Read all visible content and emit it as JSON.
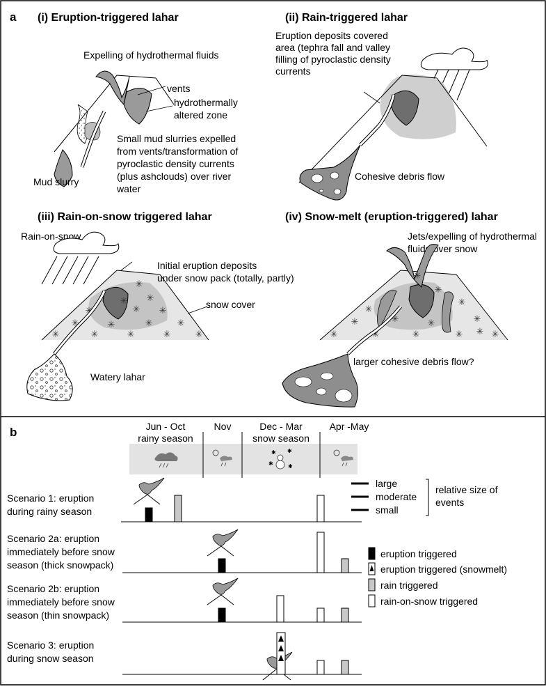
{
  "panel_a": {
    "label": "a",
    "sub1": {
      "title": "(i) Eruption-triggered lahar",
      "top_note": "Expelling of hydrothermal fluids",
      "vents": "vents",
      "altered_1": "hydrothermally",
      "altered_2": "altered zone",
      "slurry_desc": [
        "Small mud slurries expelled",
        "from vents/transformation of",
        "pyroclastic density currents",
        "(plus ashclouds) over river",
        "water"
      ],
      "mud_slurry": "Mud slurry"
    },
    "sub2": {
      "title": "(ii) Rain-triggered lahar",
      "deposits": [
        "Eruption deposits covered",
        "area (tephra fall and valley",
        "filling of pyroclastic density",
        "currents"
      ],
      "debris": "Cohesive debris flow"
    },
    "sub3": {
      "title": "(iii) Rain-on-snow triggered lahar",
      "rain": "Rain-on-snow",
      "initial": [
        "Initial eruption deposits",
        "under snow pack (totally, partly)"
      ],
      "snow": "snow cover",
      "watery": "Watery lahar"
    },
    "sub4": {
      "title": "(iv) Snow-melt (eruption-triggered) lahar",
      "jets": [
        "Jets/expelling of hydrothermal",
        "fluids over snow"
      ],
      "larger": "larger cohesive debris flow?"
    }
  },
  "panel_b": {
    "label": "b",
    "seasons": [
      {
        "line1": "Jun - Oct",
        "line2": "rainy season"
      },
      {
        "line1": "Nov",
        "line2": ""
      },
      {
        "line1": "Dec - Mar",
        "line2": "snow season"
      },
      {
        "line1": "Apr -May",
        "line2": ""
      }
    ],
    "scenarios": [
      {
        "lines": [
          "Scenario 1: eruption",
          "during rainy season"
        ]
      },
      {
        "lines": [
          "Scenario 2a: eruption",
          "immediately before snow",
          "season (thick snowpack)"
        ]
      },
      {
        "lines": [
          "Scenario 2b: eruption",
          "immediately before snow",
          "season (thin snowpack)"
        ]
      },
      {
        "lines": [
          "Scenario 3: eruption",
          "during snow season"
        ]
      }
    ],
    "sizes": {
      "large": "large",
      "moderate": "moderate",
      "small": "small",
      "caption_1": "relative size of",
      "caption_2": "events"
    },
    "legend": {
      "eruption": "eruption triggered",
      "snowmelt": "eruption triggered (snowmelt)",
      "rain": "rain triggered",
      "ros": "rain-on-snow triggered"
    },
    "colors": {
      "eruption": "#000000",
      "rain": "#c8c8c8",
      "ros": "#ffffff",
      "season_band": "#e3e3e3",
      "deposit": "#9a9a9a",
      "dark_zone": "#6e6e6e"
    }
  }
}
